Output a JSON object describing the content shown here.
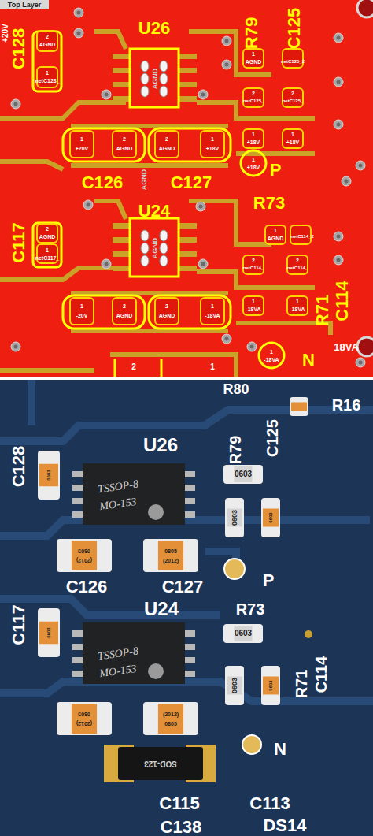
{
  "diagram": {
    "labels": [
      "Top Layer",
      "+20V",
      "C128",
      "U26",
      "R79",
      "C125",
      "2",
      "AGND",
      "1",
      "netC128_",
      "AGND",
      "1",
      "+20V",
      "2",
      "AGND",
      "AGND",
      "2",
      "AGND",
      "1",
      "+18V",
      "1",
      "AGND",
      "netC125_2",
      "2",
      "netC125_",
      "2",
      "netC125_",
      "1",
      "+18V",
      "1",
      "+18V",
      "1",
      "+18V",
      "C126",
      "C127",
      "P",
      "C117",
      "U24",
      "2",
      "AGND",
      "1",
      "netC117_",
      "AGND",
      "R73",
      "1",
      "AGND",
      "netC114_2",
      "2",
      "netC114_",
      "2",
      "netC114_",
      "1",
      "-20V",
      "2",
      "AGND",
      "2",
      "AGND",
      "1",
      "-18VA",
      "1",
      "-18VA",
      "1",
      "-18VA",
      "R71",
      "C114",
      "1",
      "-18VA",
      "N",
      "18VA",
      "2",
      "1",
      "R80",
      "R16",
      "U26",
      "C128",
      "0603",
      "TSSOP-8",
      "MO-153",
      "R79",
      "C125",
      "0603",
      "0603",
      "0603",
      "0805",
      "(2012)",
      "0805",
      "(2012)",
      "C126",
      "C127",
      "P",
      "C117",
      "0603",
      "U24",
      "TSSOP-8",
      "MO-153",
      "R73",
      "0603",
      "0603",
      "0603",
      "R71",
      "C114",
      "0805",
      "(2012)",
      "(2012)",
      "0805",
      "N",
      "SOD-123",
      "C115",
      "C113",
      "DS14",
      "C138"
    ]
  }
}
